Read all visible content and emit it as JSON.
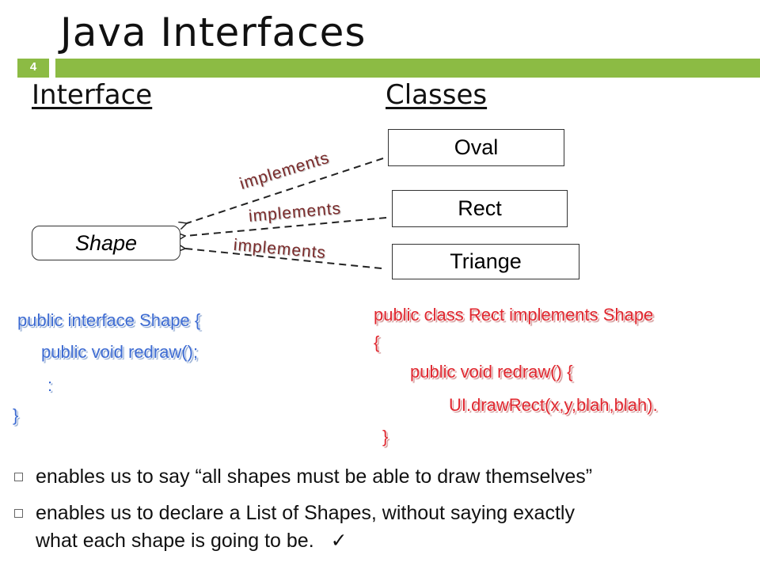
{
  "slide": {
    "title": "Java Interfaces",
    "page_number": "4",
    "accent_color": "#8cbb44"
  },
  "headings": {
    "interface": "Interface",
    "classes": "Classes"
  },
  "diagram": {
    "interface_name": "Shape",
    "classes": [
      "Oval",
      "Rect",
      "Triange"
    ],
    "relation_label": "implements"
  },
  "code_interface": {
    "lines": [
      "public interface Shape {",
      "public void redraw();",
      ":",
      "}"
    ]
  },
  "code_class": {
    "lines": [
      "public class Rect implements Shape",
      "{",
      "public void redraw() {",
      "UI.drawRect(x,y,blah,blah).",
      "}"
    ]
  },
  "bullets": [
    {
      "line1": "enables us to say “all shapes must be able to draw themselves”"
    },
    {
      "line1": "enables us to declare a List of Shapes, without saying exactly",
      "line2": "what each shape is going to be.",
      "mark": "✓"
    }
  ]
}
